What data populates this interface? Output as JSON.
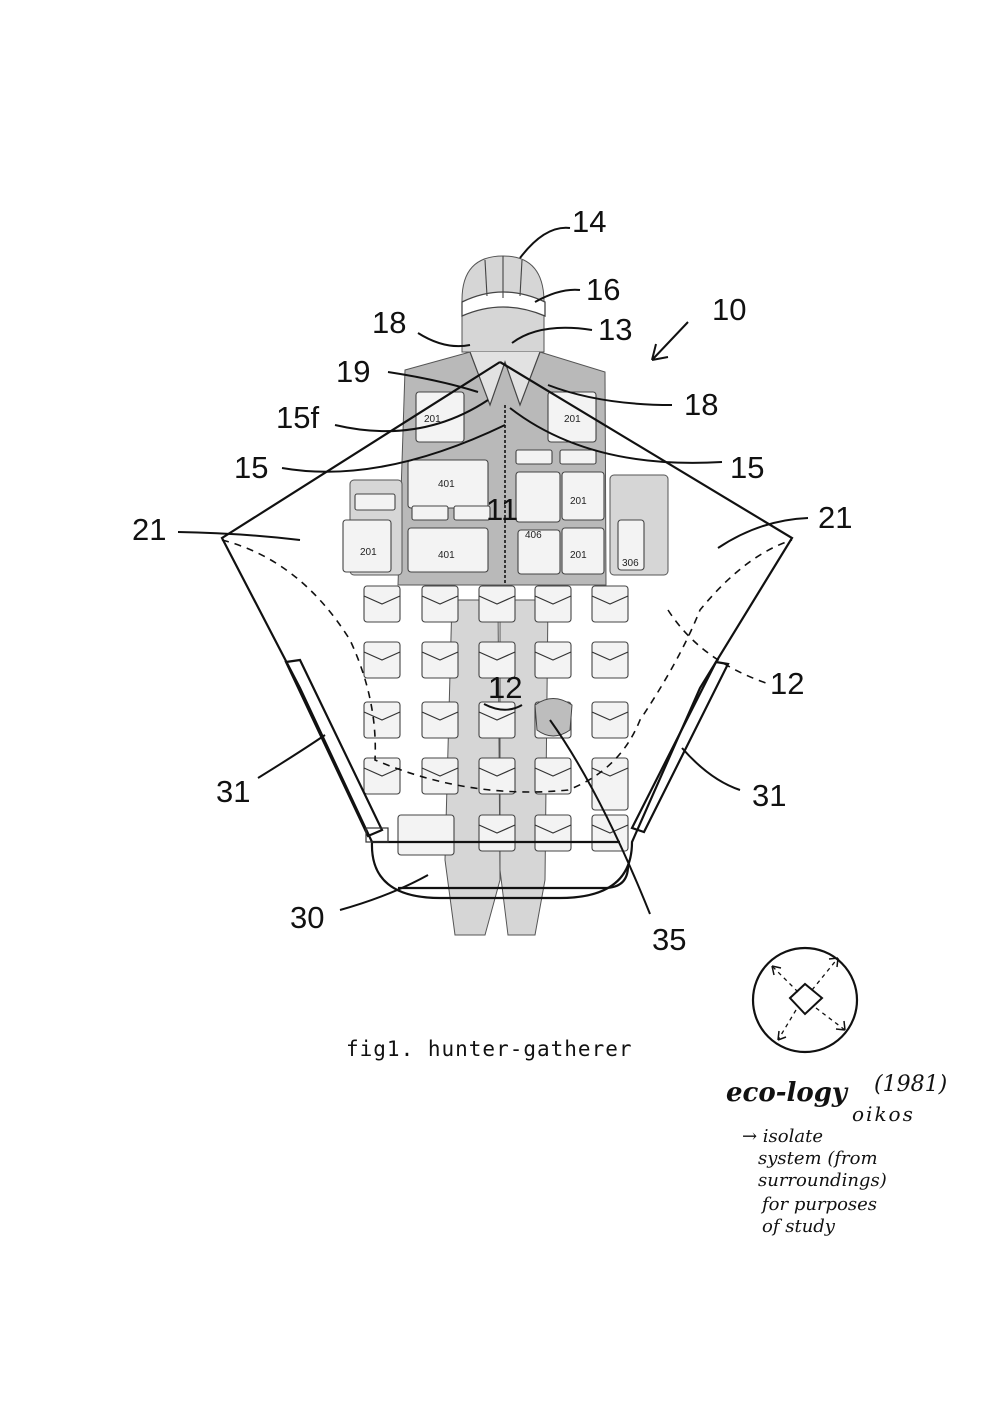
{
  "figure": {
    "caption": "fig1. hunter-gatherer",
    "reference_numerals": {
      "r14": "14",
      "r16": "16",
      "r10": "10",
      "r18a": "18",
      "r13": "13",
      "r19": "19",
      "r18b": "18",
      "r15f": "15f",
      "r15a": "15",
      "r15b": "15",
      "r21a": "21",
      "r21b": "21",
      "r11": "11",
      "r12a": "12",
      "r12b": "12",
      "r31a": "31",
      "r31b": "31",
      "r30": "30",
      "r35": "35"
    },
    "pocket_codes": {
      "p201a": "201",
      "p201b": "201",
      "p401a": "401",
      "p201c": "201",
      "p201d": "201",
      "p406": "406",
      "p401b": "401",
      "p201e": "201",
      "p306": "306"
    }
  },
  "notes": {
    "title": "eco-logy",
    "year": "(1981)",
    "root": "oikos",
    "lines": [
      "→ isolate",
      "system (from",
      "surroundings)",
      "for purposes",
      "of study"
    ]
  },
  "colors": {
    "ink": "#111111",
    "garment_gray": "#b9b9b9"
  }
}
